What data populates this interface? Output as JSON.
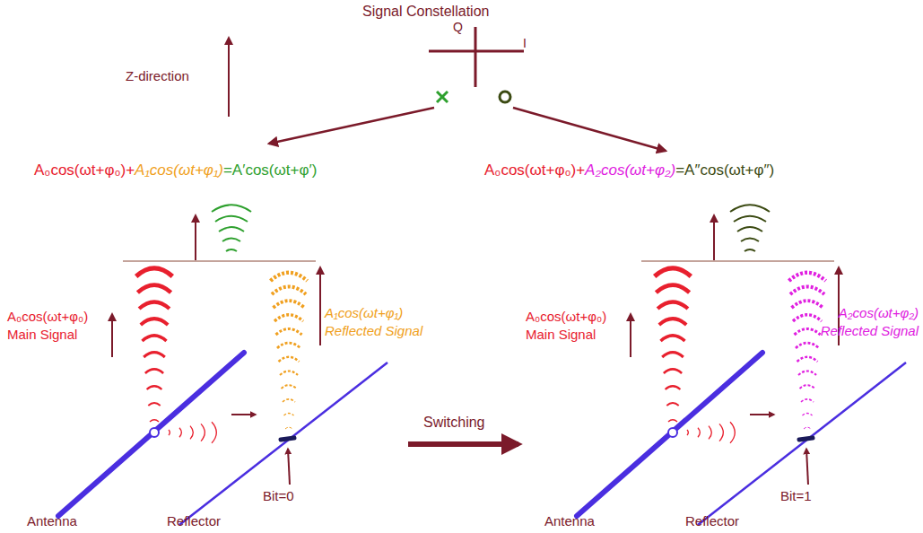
{
  "diagram": {
    "labels": [
      "Signal Constellation",
      "Q",
      "I",
      "Z-direction",
      "A₀cos(ωt+φ₀)+",
      "A₁cos(ωt+φ₁)",
      "=A′cos(ωt+φ′)",
      "A₀cos(ωt+φ₀)+",
      "A₂cos(ωt+φ₂)",
      "=A″cos(ωt+φ″)",
      "A₀cos(ωt+φ₀)",
      "Main Signal",
      "A₁cos(ωt+φ₁)",
      "Reflected Signal",
      "A₀cos(ωt+φ₀)",
      "Main Signal",
      "A₂cos(ωt+φ₂)",
      "Reflected Signal",
      "Switching",
      "Bit=0",
      "Bit=1",
      "Antenna",
      "Reflector",
      "Antenna",
      "Reflector"
    ]
  }
}
